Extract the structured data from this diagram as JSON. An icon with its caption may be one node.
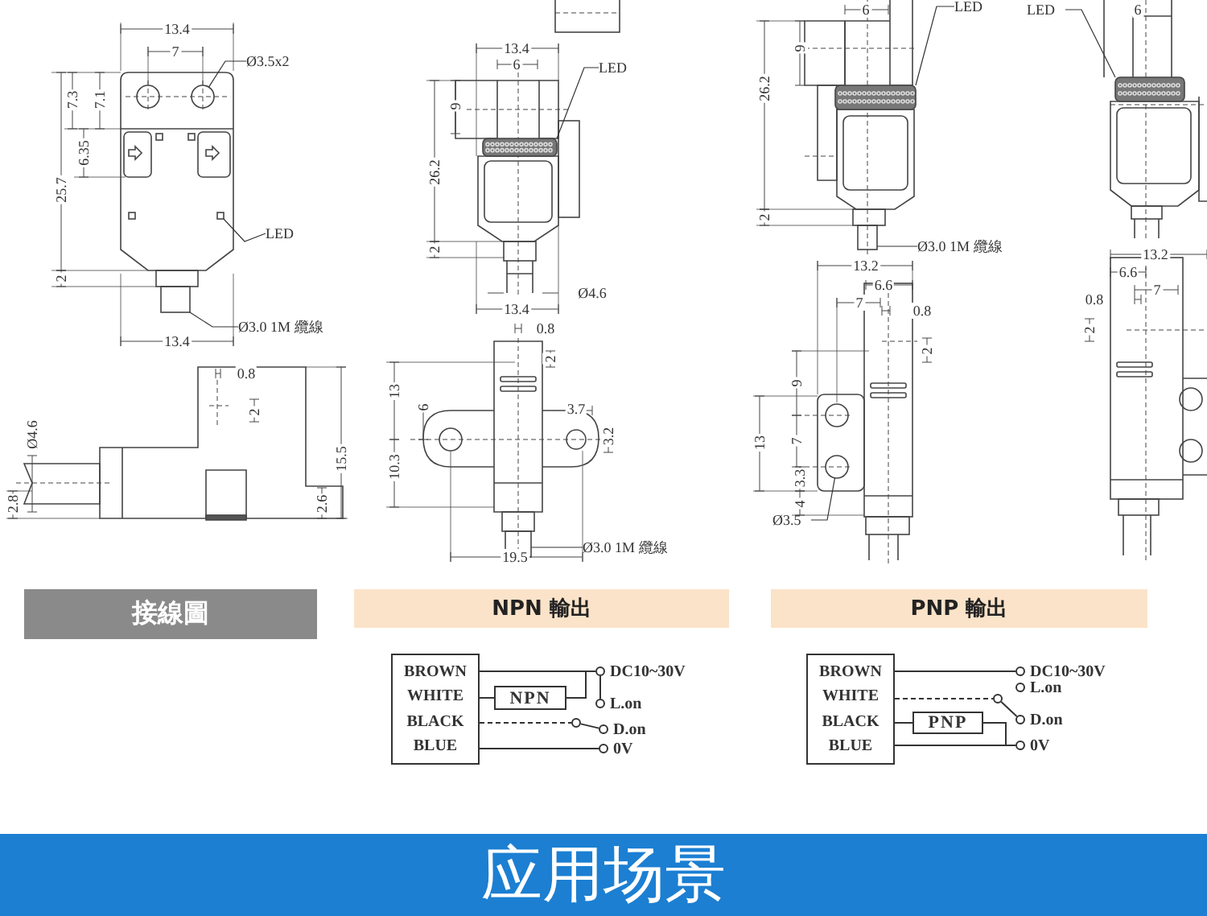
{
  "diagram": {
    "nodes": [
      {
        "text": [
          "Ø3.5x2"
        ]
      },
      {
        "text": [
          "LED"
        ]
      },
      {
        "text": [
          "Ø3.0 1M 纜線"
        ]
      },
      {
        "text": [
          "LED"
        ]
      },
      {
        "text": [
          "Ø3.0 1M 纜線"
        ]
      },
      {
        "text": [
          "LED"
        ]
      },
      {
        "text": [
          "Ø3.0 1M 纜線"
        ]
      },
      {
        "text": [
          "Ø3.5"
        ]
      },
      {
        "text": [
          "LED"
        ]
      },
      {
        "text": [
          "接線圖"
        ]
      },
      {
        "text": [
          "NPN 輸出"
        ]
      },
      {
        "text": [
          "PNP 輸出"
        ]
      },
      {
        "text": [
          "BROWN",
          "WHITE",
          "BLACK",
          "BLUE"
        ]
      },
      {
        "text": [
          "NPN"
        ]
      },
      {
        "text": [],
        "shape": "circle",
        "beside": [
          "DC10~30V"
        ]
      },
      {
        "text": [],
        "shape": "circle",
        "beside": [
          "L.on"
        ]
      },
      {
        "text": [],
        "shape": "circle"
      },
      {
        "text": [],
        "shape": "circle",
        "beside": [
          "D.on"
        ]
      },
      {
        "text": [],
        "shape": "circle",
        "beside": [
          "0V"
        ]
      },
      {
        "text": [
          "BROWN",
          "WHITE",
          "BLACK",
          "BLUE"
        ]
      },
      {
        "text": [
          "PNP"
        ]
      },
      {
        "text": [],
        "shape": "circle",
        "beside": [
          "DC10~30V"
        ]
      },
      {
        "text": [],
        "shape": "circle",
        "beside": [
          "L.on"
        ]
      },
      {
        "text": [],
        "shape": "circle"
      },
      {
        "text": [],
        "shape": "circle",
        "beside": [
          "D.on"
        ]
      },
      {
        "text": [],
        "shape": "circle",
        "beside": [
          "0V"
        ]
      },
      {
        "text": [
          "应用场景"
        ]
      },
      {
        "text": [],
        "shape": "circle"
      },
      {
        "text": [],
        "shape": "box"
      },
      {
        "text": [],
        "shape": "box"
      },
      {
        "text": [],
        "shape": "box"
      },
      {
        "text": [],
        "shape": "box"
      },
      {
        "text": [],
        "shape": "box"
      },
      {
        "text": [],
        "shape": "box"
      },
      {
        "text": [],
        "shape": "circle"
      },
      {
        "text": [],
        "shape": "box"
      }
    ],
    "edges": [
      {
        "from": 0,
        "to": 27,
        "arrow": "none"
      },
      {
        "from": 1,
        "to": 28,
        "arrow": "none"
      },
      {
        "from": 2,
        "to": 29,
        "arrow": "none"
      },
      {
        "from": 3,
        "to": 30,
        "arrow": "none"
      },
      {
        "from": 4,
        "to": 31,
        "arrow": "none"
      },
      {
        "from": 5,
        "to": 32,
        "arrow": "none"
      },
      {
        "from": 6,
        "to": 33,
        "arrow": "none"
      },
      {
        "from": 7,
        "to": 34,
        "arrow": "none"
      },
      {
        "from": 8,
        "to": 35,
        "arrow": "none"
      },
      {
        "from": 12,
        "to": 14,
        "arrow": "none"
      },
      {
        "from": 12,
        "to": 13,
        "arrow": "none"
      },
      {
        "from": 13,
        "to": 14,
        "arrow": "none"
      },
      {
        "from": 14,
        "to": 15,
        "arrow": "none"
      },
      {
        "from": 12,
        "to": 16,
        "arrow": "none",
        "style": "dashed"
      },
      {
        "from": 12,
        "to": 18,
        "arrow": "none"
      },
      {
        "from": 16,
        "to": 17,
        "arrow": "none"
      },
      {
        "from": 19,
        "to": 21,
        "arrow": "none"
      },
      {
        "from": 19,
        "to": 23,
        "arrow": "none",
        "style": "dashed"
      },
      {
        "from": 19,
        "to": 20,
        "arrow": "none"
      },
      {
        "from": 20,
        "to": 25,
        "arrow": "none"
      },
      {
        "from": 19,
        "to": 25,
        "arrow": "none"
      },
      {
        "from": 23,
        "to": 24,
        "arrow": "none"
      }
    ],
    "labels": [
      "13.4",
      "7",
      "7.3",
      "7.1",
      "6.35",
      "25.7",
      "2",
      "13.4",
      "0.8",
      "2",
      "Ø4.6",
      "15.5",
      "2.8",
      "2.6",
      "13.4",
      "6",
      "9",
      "26.2",
      "2",
      "Ø4.6",
      "13.4",
      "0.8",
      "2",
      "13",
      "6",
      "3.7",
      "3.2",
      "10.3",
      "19.5",
      "6",
      "26.2",
      "9",
      "2",
      "13.2",
      "6.6",
      "7",
      "0.8",
      "2",
      "9",
      "13",
      "7",
      "3.3",
      "4",
      "6",
      "13.2",
      "6.6",
      "7",
      "0.8",
      "2"
    ]
  }
}
